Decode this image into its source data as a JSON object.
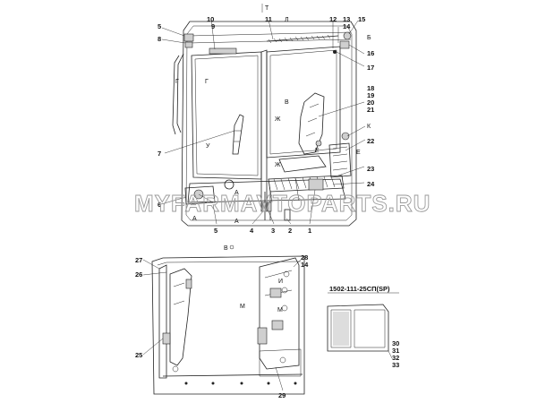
{
  "watermark": "MYFARMAVTOPARTS.RU",
  "top_view": {
    "marker": "Т",
    "labels": {
      "n1": "1",
      "n2": "2",
      "n3": "3",
      "n4": "4",
      "n5a": "5",
      "n5b": "5",
      "n6": "6",
      "n7": "7",
      "n8": "8",
      "n9": "9",
      "n10": "10",
      "n11": "11",
      "n12": "12",
      "n13_14": "13\n14",
      "n15": "15",
      "n16": "16",
      "n17": "17",
      "n18_21": "18\n19\n20\n21",
      "n22": "22",
      "n23": "23",
      "n24": "24"
    },
    "sections": {
      "L": "Л",
      "B_letter": "Б",
      "G1": "Г",
      "G2": "Г",
      "V": "В",
      "Zh1": "Ж",
      "Zh2": "Ж",
      "U": "У",
      "E1": "Е",
      "E2": "Е",
      "K": "К",
      "A1": "А",
      "A2": "А",
      "A3": "А"
    }
  },
  "bottom_view": {
    "view_label": "В",
    "labels": {
      "n25": "25",
      "n26": "26",
      "n27": "27",
      "n28_14": "28\n14",
      "n29": "29"
    },
    "sections": {
      "I": "И",
      "M1": "М",
      "M2": "М"
    }
  },
  "kit": {
    "code": "1502-111-25СП(SP)",
    "labels": "30\n31\n32\n33"
  }
}
